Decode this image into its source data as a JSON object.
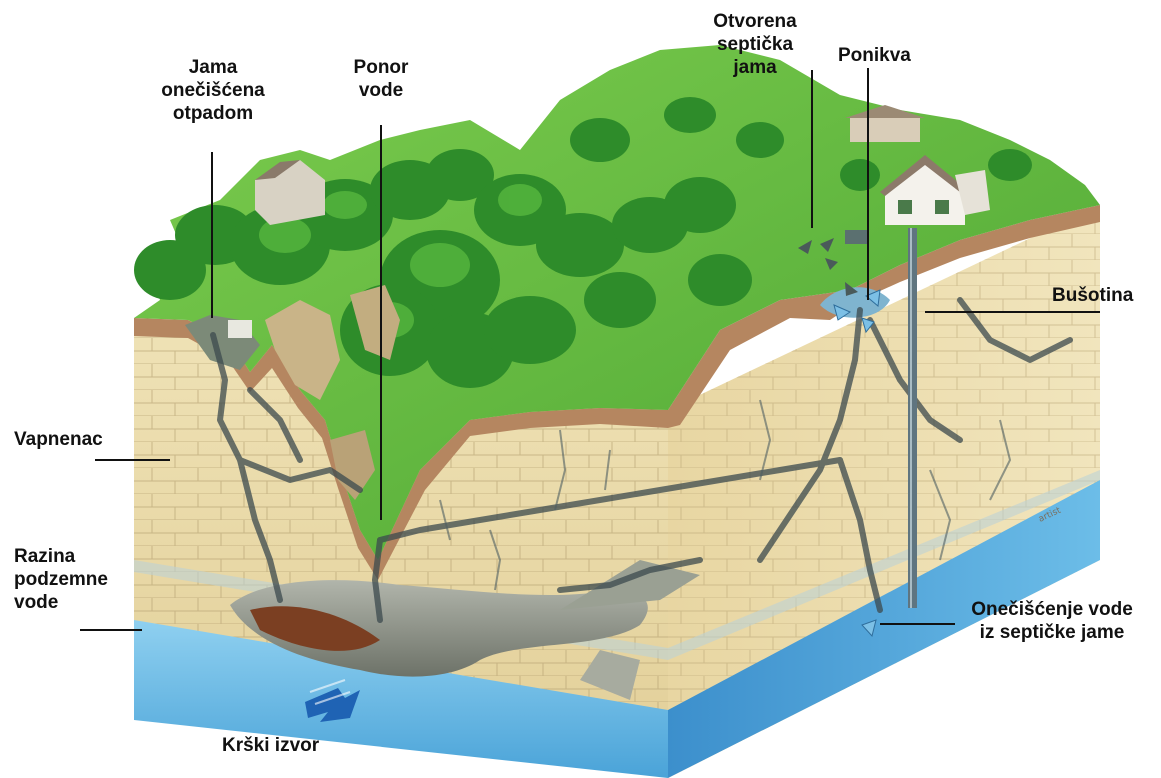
{
  "labels": {
    "jama": [
      "Jama",
      "onečišćena",
      "otpadom"
    ],
    "ponor": [
      "Ponor",
      "vode"
    ],
    "septicka": [
      "Otvorena",
      "septička",
      "jama"
    ],
    "ponikva": "Ponikva",
    "busotina": "Bušotina",
    "vapnenac": "Vapnenac",
    "razina": [
      "Razina",
      "podzemne",
      "vode"
    ],
    "onecisc": [
      "Onečišćenje vode",
      "iz septičke jame"
    ],
    "izvor": "Krški izvor"
  },
  "colors": {
    "grass": "#5fb83a",
    "forest": "#2e8c2a",
    "soil": "#b58660",
    "limestone": "#ecdcab",
    "water": "#5aaede",
    "deep_water": "#2f86c4",
    "cave": "#8a8f86",
    "house": "#f4f2ec",
    "arrow": "#1f63b4"
  }
}
